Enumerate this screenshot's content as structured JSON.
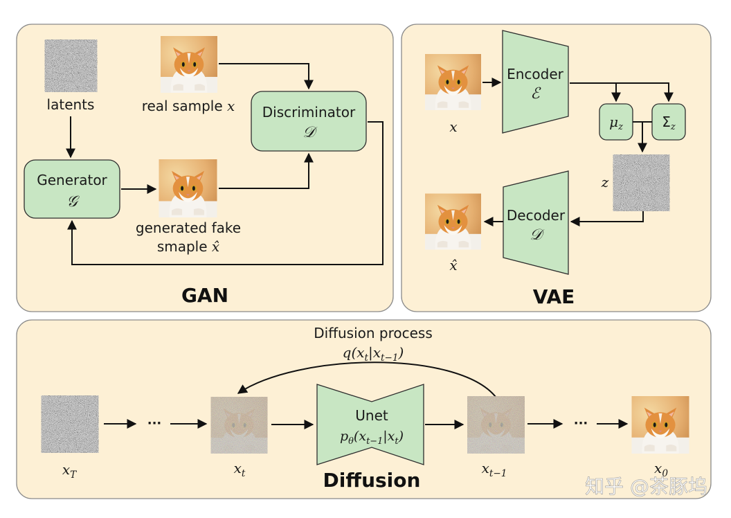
{
  "gan": {
    "title": "GAN",
    "latents_label": "latents",
    "real_sample_label": "real sample ",
    "real_sample_var": "x",
    "generator_label": "Generator",
    "generator_symbol": "𝒢",
    "discriminator_label": "Discriminator",
    "discriminator_symbol": "𝒟",
    "fake_label_line1": "generated fake",
    "fake_label_line2": "smaple ",
    "fake_var": "x̂"
  },
  "vae": {
    "title": "VAE",
    "encoder_label": "Encoder",
    "encoder_symbol": "ℰ",
    "decoder_label": "Decoder",
    "decoder_symbol": "𝒟",
    "input_var": "x",
    "output_var": "x̂",
    "latent_var": "z",
    "mu": "μ",
    "mu_sub": "z",
    "sigma": "Σ",
    "sigma_sub": "z"
  },
  "diffusion": {
    "title": "Diffusion",
    "process_label": "Diffusion process",
    "process_formula": "q(x_t|x_{t−1})",
    "unet_label": "Unet",
    "unet_formula": "p_θ(x_{t−1}|x_t)",
    "dots": "···",
    "x_T": "x_T",
    "x_t": "x_t",
    "x_t1": "x_{t−1}",
    "x_0": "x_0"
  },
  "watermark": "知乎 @茶豚坞",
  "icons": [
    "noise-image",
    "cat-photo",
    "noisy-cat-photo"
  ],
  "colors": {
    "panel_fill": "#fdf0d5",
    "box_fill": "#c8e6c3",
    "stroke": "#1a1a1a"
  }
}
